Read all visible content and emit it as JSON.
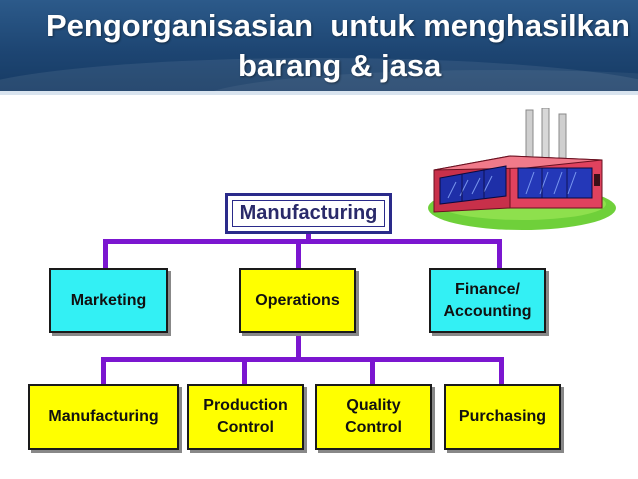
{
  "slide": {
    "title_line1": "Pengorganisasian  untuk menghasilkan",
    "title_line2": "barang & jasa"
  },
  "org_chart": {
    "root": "Manufacturing",
    "level1": [
      "Marketing",
      "Operations",
      "Finance/\nAccounting"
    ],
    "level2": [
      "Manufacturing",
      "Production\nControl",
      "Quality\nControl",
      "Purchasing"
    ]
  },
  "colors": {
    "header": "#1d4572",
    "connector": "#7b16d0",
    "box_cyan": "#33f0f4",
    "box_yellow": "#ffff00",
    "root_border": "#2a2a8a"
  },
  "illustration": {
    "icon": "factory-icon"
  }
}
